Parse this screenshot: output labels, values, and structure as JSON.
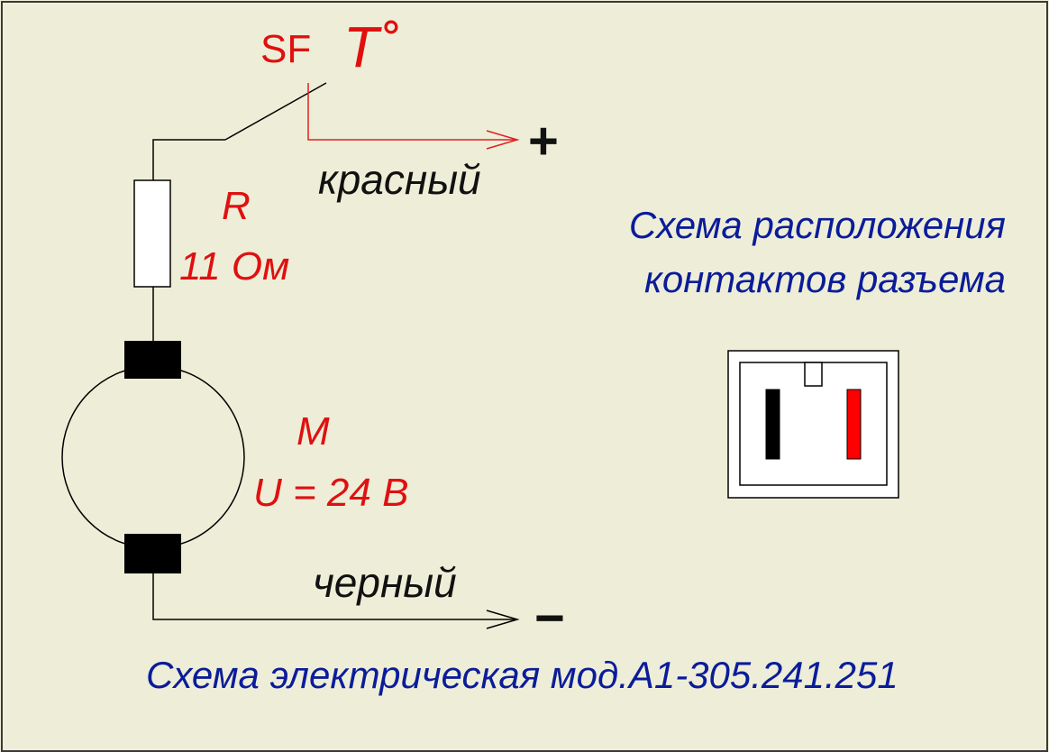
{
  "switch": {
    "designator": "SF",
    "type_symbol": "T˚"
  },
  "resistor": {
    "designator": "R",
    "value": "11 Ом"
  },
  "motor": {
    "designator": "M",
    "voltage": "U = 24 В"
  },
  "wires": {
    "positive": {
      "color_name": "красный",
      "polarity": "+"
    },
    "negative": {
      "color_name": "черный",
      "polarity": "−"
    }
  },
  "connector": {
    "title_line1": "Схема расположения",
    "title_line2": "контактов разъема",
    "pins": [
      {
        "color": "#000000"
      },
      {
        "color": "#ff0000"
      }
    ]
  },
  "caption": "Схема электрическая мод.А1-305.241.251",
  "colors": {
    "background": "#eeeed8",
    "label_red": "#e01010",
    "label_blue": "#0b1c9a",
    "wire_red": "#e02020",
    "line_black": "#000000"
  }
}
